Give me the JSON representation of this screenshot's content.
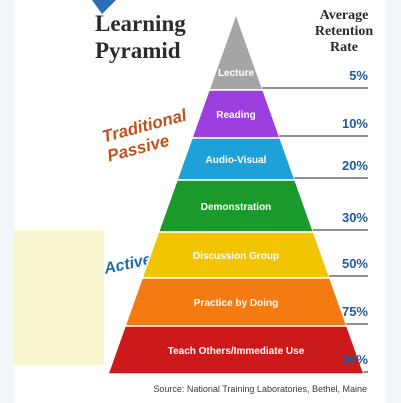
{
  "title": {
    "line1": "Learning",
    "line2": "Pyramid"
  },
  "retention_header": {
    "line1": "Average",
    "line2": "Retention Rate"
  },
  "passive_label": {
    "line1": "Traditional",
    "line2": "Passive"
  },
  "active_label": "Active",
  "levels": [
    {
      "label": "Lecture",
      "rate": "5%",
      "color": "#a5a5a5"
    },
    {
      "label": "Reading",
      "rate": "10%",
      "color": "#9b3fe0"
    },
    {
      "label": "Audio-Visual",
      "rate": "20%",
      "color": "#1ea0d8"
    },
    {
      "label": "Demonstration",
      "rate": "30%",
      "color": "#1a9a2a"
    },
    {
      "label": "Discussion Group",
      "rate": "50%",
      "color": "#f2c500"
    },
    {
      "label": "Practice by Doing",
      "rate": "75%",
      "color": "#f47a12"
    },
    {
      "label": "Teach Others/Immediate Use",
      "rate": "90%",
      "color": "#cc1a1a"
    }
  ],
  "source": "Source: National Training Laboratories, Bethel, Maine",
  "colors": {
    "rate_text": "#1f5a9e",
    "passive_text": "#c0521c",
    "active_text": "#1f6fb0"
  }
}
